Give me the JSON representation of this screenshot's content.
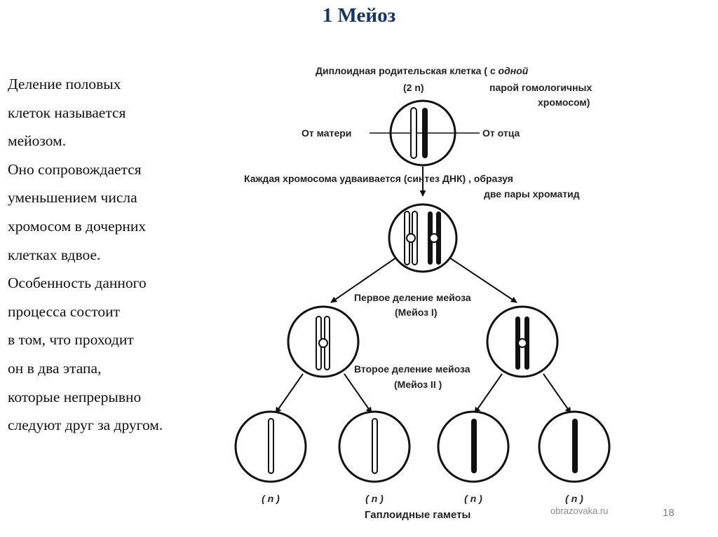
{
  "slide": {
    "title": "1 Мейоз",
    "page_number": "18",
    "watermark": "obrazovaka.ru"
  },
  "body_lines": [
    "Деление половых",
    "клеток называется",
    "мейозом.",
    "Оно сопровождается",
    "уменьшением числа",
    "хромосом в дочерних",
    "клетках вдвое.",
    "Особенность данного",
    "процесса состоит",
    "в том, что проходит",
    "он в два этапа,",
    "которые непрерывно",
    "следуют друг за другом."
  ],
  "diagram": {
    "parent_cell_line1_a": "Диплоидная родительская клетка ( с ",
    "parent_cell_line1_b": "одной",
    "parent_cell_2n": "(2 n)",
    "parent_cell_line2": "парой гомологичных",
    "parent_cell_line3": "хромосом)",
    "from_mother": "От матери",
    "from_father": "От отца",
    "duplication_line1": "Каждая хромосома удваивается  (синтез ДНК) , образуя",
    "duplication_line2": "две пары хроматид",
    "meiosis1_line1": "Первое деление мейоза",
    "meiosis1_line2": "(Мейоз I)",
    "meiosis2_line1": "Второе деление мейоза",
    "meiosis2_line2": "(Мейоз II )",
    "gamete_labels": [
      "( n )",
      "( n )",
      "( n )",
      "( n )"
    ],
    "gametes_caption": "Гаплоидные гаметы"
  }
}
